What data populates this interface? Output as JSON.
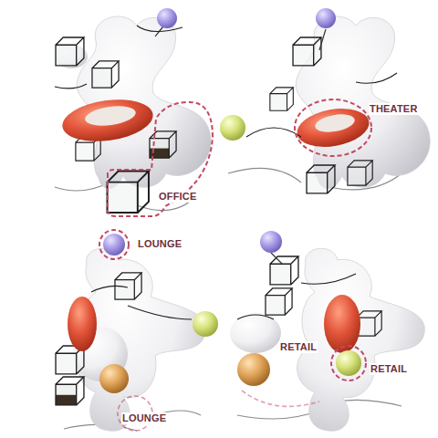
{
  "diagram": {
    "labels": [
      "OFFICE",
      "THEATER",
      "LOUNGE",
      "LOUNGE",
      "RETAIL",
      "RETAIL"
    ]
  }
}
